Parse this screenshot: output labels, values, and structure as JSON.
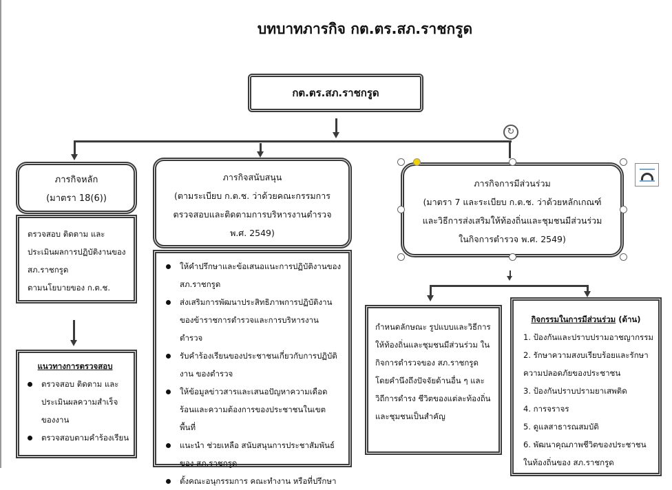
{
  "title": "บทบาทภารกิจ กต.ตร.สภ.ราชกรูด",
  "top_box": "กต.ตร.สภ.ราชกรูด",
  "main_mission": {
    "title": "ภารกิจหลัก",
    "subtitle": "(มาตรา 18(6))",
    "body": [
      "ตรวจสอบ ติดตาม และ",
      "ประเมินผลการปฏิบัติงานของ",
      "สภ.ราชกรูด",
      "ตามนโยบายของ ก.ต.ช."
    ]
  },
  "inspection": {
    "title": "แนวทางการตรวจสอบ",
    "items": [
      "ตรวจสอบ ติดตาม และประเมินผลความสำเร็จของงาน",
      "ตรวจสอบตามคำร้องเรียน"
    ]
  },
  "support_mission": {
    "lines": [
      "ภารกิจสนับสนุน",
      "(ตามระเบียบ ก.ต.ช. ว่าด้วยคณะกรรมการ",
      "ตรวจสอบและติดตามการบริหารงานตำรวจ",
      "พ.ศ. 2549)"
    ],
    "items": [
      "ให้คำปรึกษาและข้อเสนอแนะการปฏิบัติงานของ สภ.ราชกรูด",
      "ส่งเสริมการพัฒนาประสิทธิภาพการปฏิบัติงานของข้าราชการตำรวจและการบริหารงานตำรวจ",
      "รับคำร้องเรียนของประชาชนเกี่ยวกับการปฏิบัติงาน ของตำรวจ",
      "ให้ข้อมูลข่าวสารและเสนอปัญหาความเดือดร้อนและความต้องการของประชาชนในเขตพื้นที่",
      "แนะนำ ช่วยเหลือ สนับสนุนการประชาสัมพันธ์ ของ สภ.ราชกรูด",
      "ตั้งคณะอนุกรรมการ คณะทำงาน หรือที่ปรึกษา"
    ]
  },
  "participation_mission": {
    "lines": [
      "ภารกิจการมีส่วนร่วม",
      "(มาตรา 7 และระเบียบ ก.ต.ช. ว่าด้วยหลักเกณฑ์",
      "และวิธีการส่งเสริมให้ท้องถิ่นและชุมชนมีส่วนร่วม",
      "ในกิจการตำรวจ พ.ศ. 2549)"
    ]
  },
  "participation_desc": "กำหนดลักษณะ รูปแบบและวิธีการให้ท้องถิ่นและชุมชนมีส่วนร่วม ในกิจการตำรวจของ สภ.ราชกรูด โดยคำนึงถึงปัจจัยด้านอื่น ๆ และวิถีการดำรง ชีวิตของแต่ละท้องถิ่นและชุมชนเป็นสำคัญ",
  "activities": {
    "title": "กิจกรรมในการมีส่วนร่วม",
    "title_suffix": " (ด้าน)",
    "items": [
      "1. ป้องกันและปราบปรามอาชญากรรม",
      "2. รักษาความสงบเรียบร้อยและรักษาความปลอดภัยของประชาชน",
      "3. ป้องกันปราบปรามยาเสพติด",
      "4. การจราจร",
      "5. ดูแลสาธารณสมบัติ",
      "6. พัฒนาคุณภาพชีวิตของประชาชนในท้องถิ่นของ สภ.ราชกรูด"
    ]
  }
}
